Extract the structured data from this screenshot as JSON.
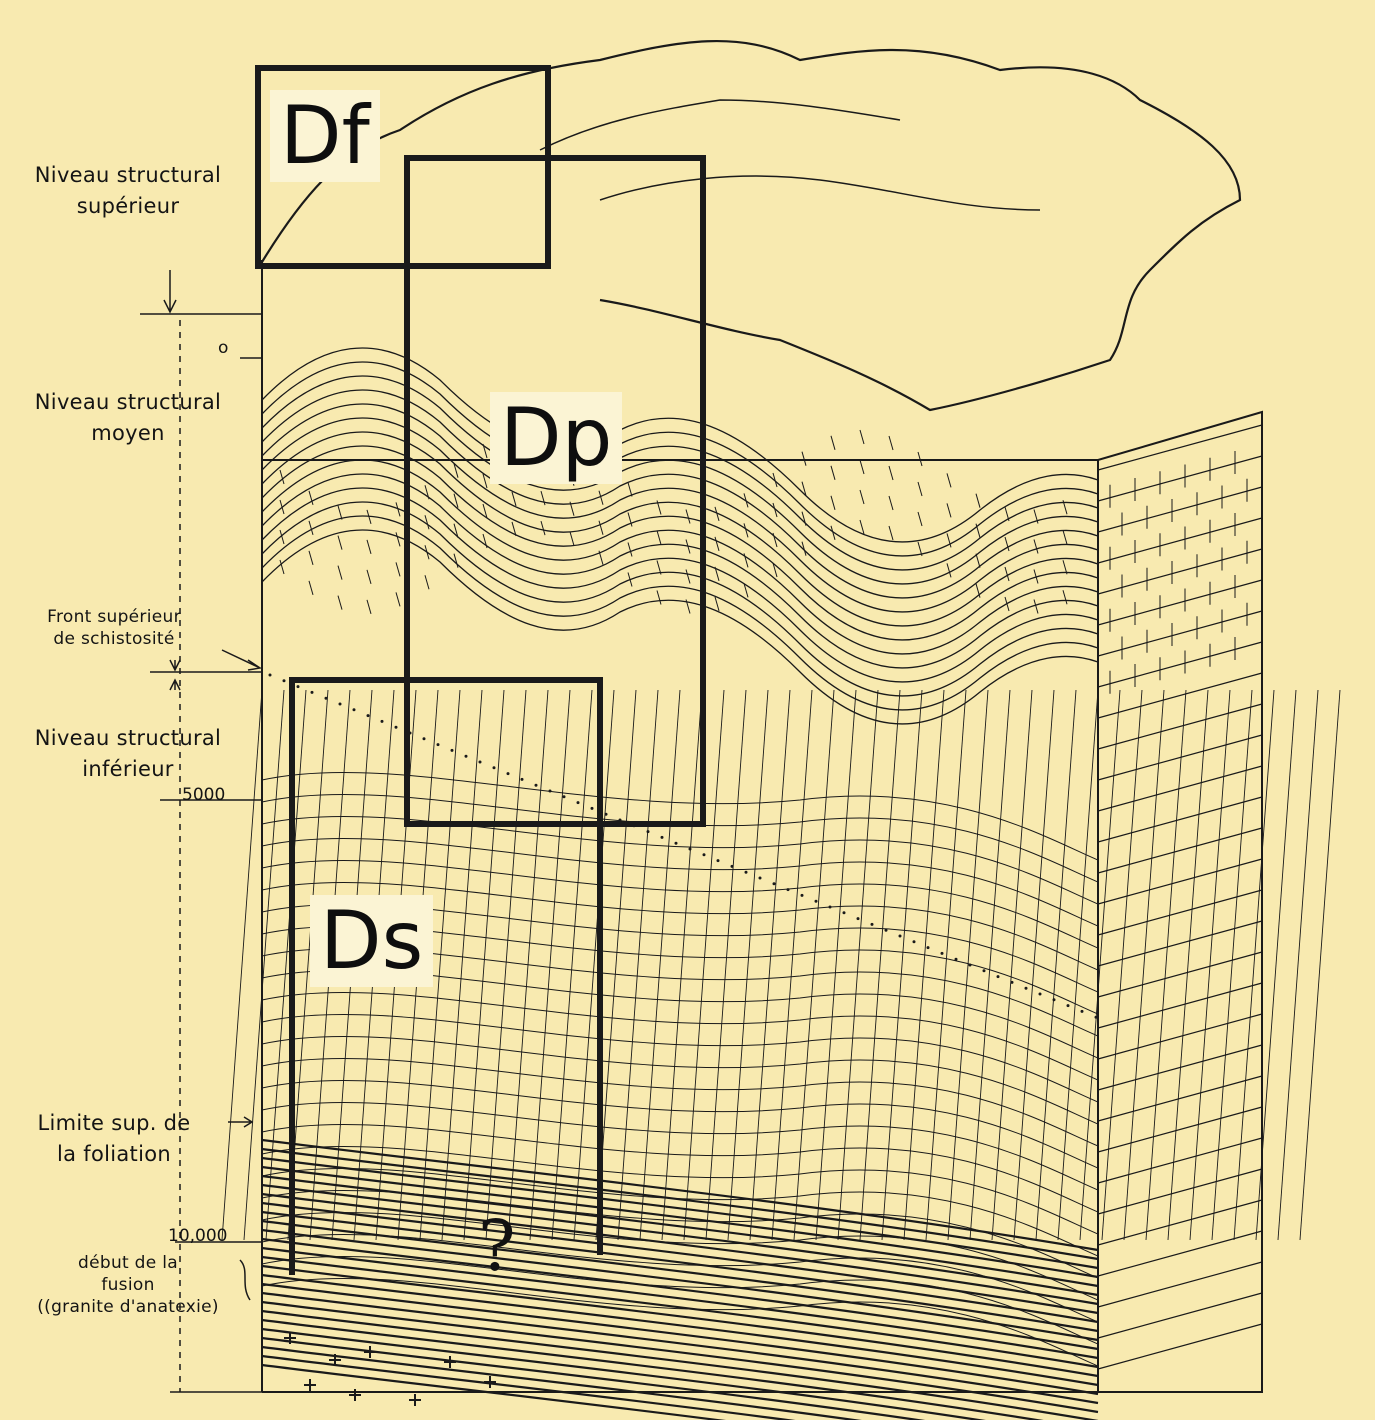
{
  "labels": {
    "superieur": [
      "Niveau structural",
      "supérieur"
    ],
    "moyen": [
      "Niveau structural",
      "moyen"
    ],
    "front": [
      "Front supérieur",
      "de schistosité"
    ],
    "inferieur": [
      "Niveau structural",
      "inférieur"
    ],
    "limite": [
      "Limite sup. de",
      "la foliation"
    ],
    "fusion": [
      "début de la",
      "fusion",
      "((granite d'anatexie)"
    ]
  },
  "depths": {
    "d0": "o",
    "d5000": "5000",
    "d10000": "10,000"
  },
  "zones": {
    "df": "Df",
    "dp": "Dp",
    "ds": "Ds"
  },
  "question": "?",
  "colors": {
    "paper": "#f8eab0",
    "ink": "#141414",
    "box": "#0e0e0e",
    "label_bg": "#fbf4d4"
  }
}
